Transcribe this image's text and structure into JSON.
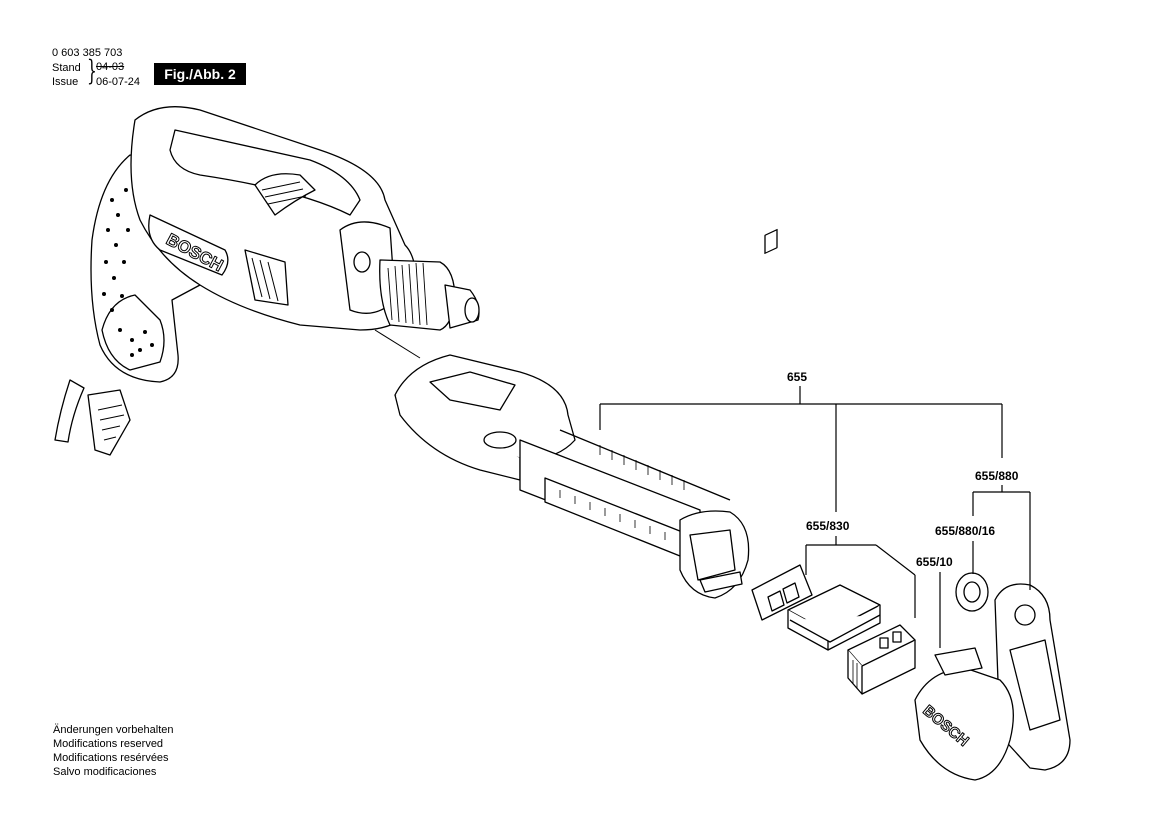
{
  "header": {
    "doc_number": "0 603 385 703",
    "stand_label": "Stand",
    "issue_label": "Issue",
    "stand_value": "04-03",
    "issue_value": "06-07-24",
    "figure_label": "Fig./Abb. 2"
  },
  "parts": {
    "p655": "655",
    "p655_830": "655/830",
    "p655_880": "655/880",
    "p655_880_16": "655/880/16",
    "p655_10": "655/10"
  },
  "brand": "BOSCH",
  "notes": [
    "Änderungen vorbehalten",
    "Modifications reserved",
    "Modifications resérvées",
    "Salvo modificaciones"
  ]
}
